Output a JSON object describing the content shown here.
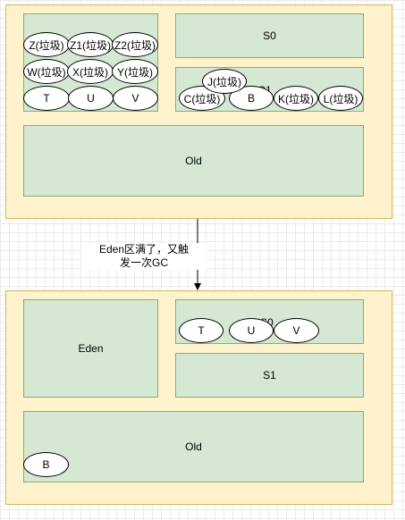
{
  "before": {
    "s0": "S0",
    "s1": "S1",
    "old": "Old",
    "eden_objects": [
      "Z(垃圾)",
      "Z1(垃圾)",
      "Z2(垃圾)",
      "W(垃圾)",
      "X(垃圾)",
      "Y(垃圾)",
      "T",
      "U",
      "V"
    ],
    "s1_objects": [
      "J(垃圾)",
      "C(垃圾)",
      "B",
      "K(垃圾)",
      "L(垃圾)"
    ]
  },
  "transition": {
    "line1": "Eden区满了，又触",
    "line2": "发一次GC"
  },
  "after": {
    "eden": "Eden",
    "s0": "S0",
    "s1": "S1",
    "old": "Old",
    "s0_objects": [
      "T",
      "U",
      "V"
    ],
    "old_objects": [
      "B"
    ]
  },
  "colors": {
    "panel_fill": "#fff2cc",
    "panel_stroke": "#d6b656",
    "region_fill": "#d5e8d4",
    "region_stroke": "#82b366"
  }
}
